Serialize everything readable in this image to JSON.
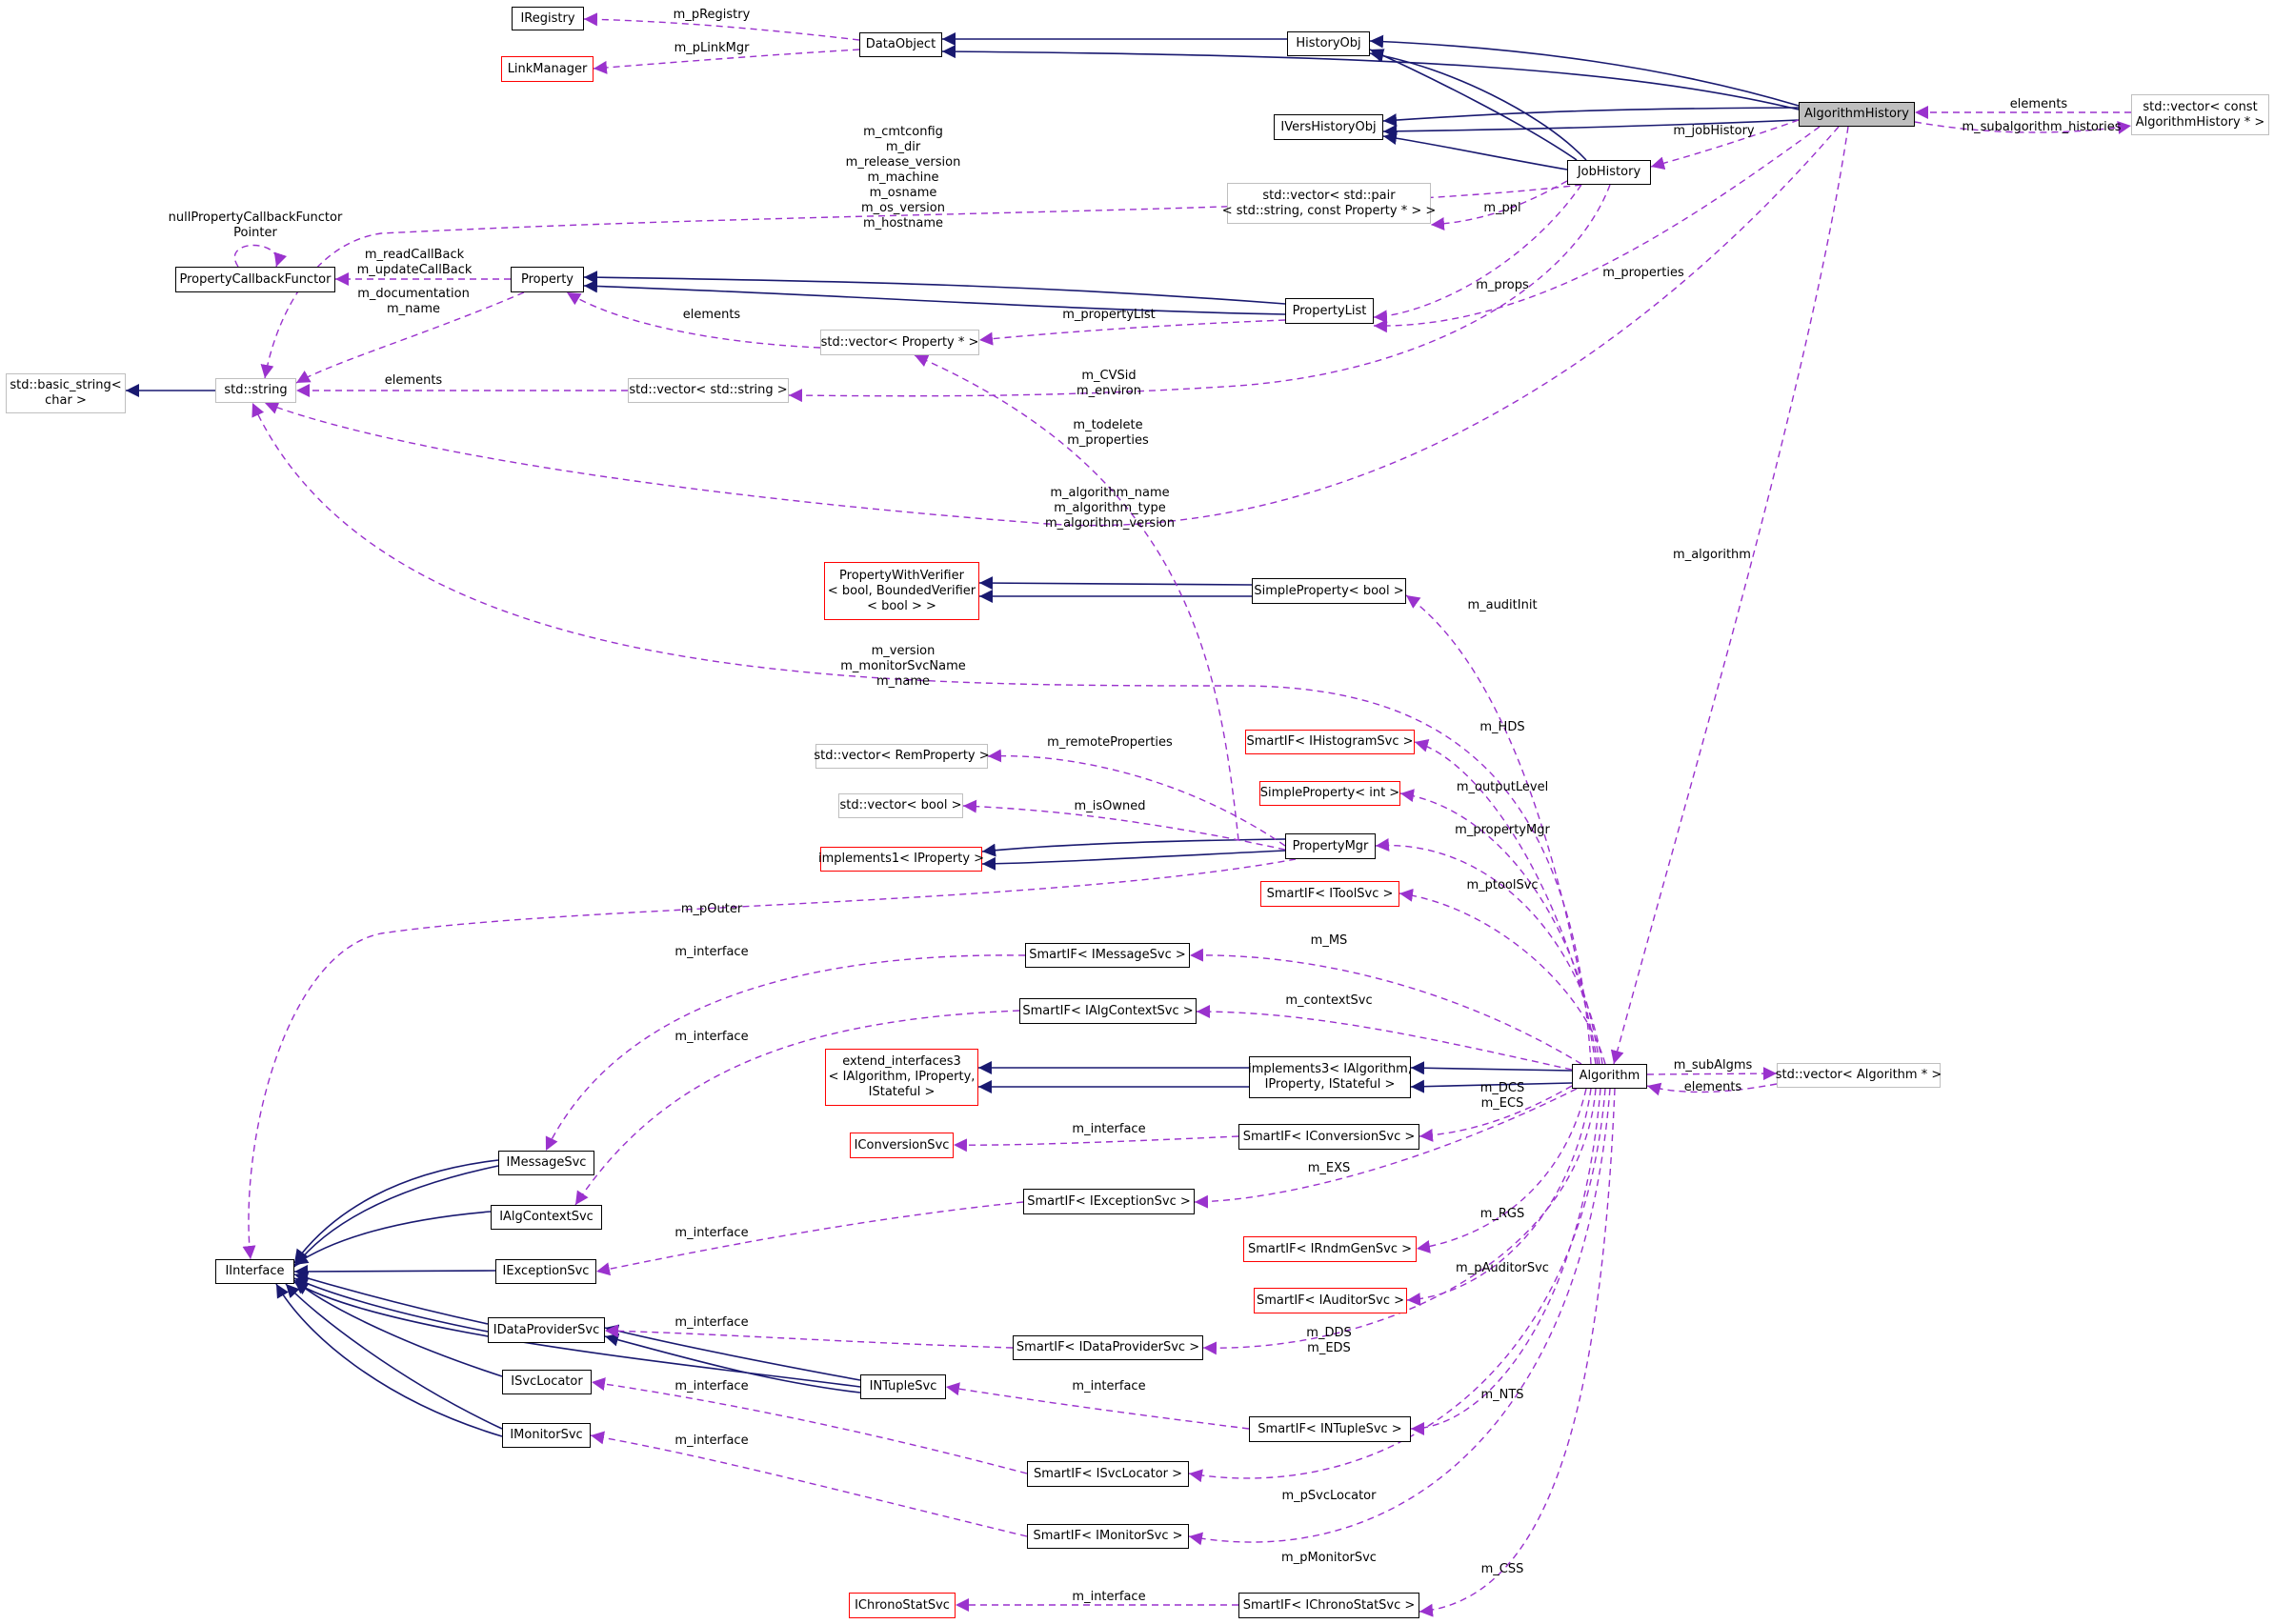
{
  "colors": {
    "inherit": "#191970",
    "usage": "#9a32cd",
    "focus_fill": "#bfbfbf",
    "missing_border": "#ff0000",
    "external_border": "#bfbfbf"
  },
  "nodes": {
    "IRegistry": "IRegistry",
    "LinkManager": "LinkManager",
    "DataObject": "DataObject",
    "HistoryObj": "HistoryObj",
    "AlgorithmHistory": "AlgorithmHistory",
    "VecConstAlgHist": "std::vector< const\nAlgorithmHistory * >",
    "IVersHistoryObj": "IVersHistoryObj",
    "JobHistory": "JobHistory",
    "VecPairStrProp": "std::vector< std::pair\n< std::string, const Property * > >",
    "NullPropCB": "nullPropertyCallbackFunctor\nPointer",
    "PropertyCallbackFunctor": "PropertyCallbackFunctor",
    "Property": "Property",
    "PropertyList": "PropertyList",
    "BasicString": "std::basic_string<\nchar >",
    "StdString": "std::string",
    "VecStdString": "std::vector< std::string >",
    "VecProperty": "std::vector< Property * >",
    "PropWithVerifier": "PropertyWithVerifier\n< bool, BoundedVerifier\n< bool > >",
    "SimplePropBool": "SimpleProperty< bool >",
    "SmartIFHist": "SmartIF< IHistogramSvc >",
    "SimplePropInt": "SimpleProperty< int >",
    "VecRemProp": "std::vector< RemProperty >",
    "VecBool": "std::vector< bool >",
    "PropertyMgr": "PropertyMgr",
    "Impl1IProp": "implements1< IProperty >",
    "SmartIFTool": "SmartIF< IToolSvc >",
    "SmartIFMsg": "SmartIF< IMessageSvc >",
    "SmartIFAlgCtx": "SmartIF< IAlgContextSvc >",
    "ExtendIfaces3": "extend_interfaces3\n< IAlgorithm, IProperty,\nIStateful >",
    "Impl3": "implements3< IAlgorithm,\nIProperty, IStateful >",
    "Algorithm": "Algorithm",
    "VecAlgorithm": "std::vector< Algorithm * >",
    "IConversionSvc": "IConversionSvc",
    "SmartIFConv": "SmartIF< IConversionSvc >",
    "IMessageSvc": "IMessageSvc",
    "SmartIFExc": "SmartIF< IExceptionSvc >",
    "IAlgContextSvc": "IAlgContextSvc",
    "SmartIFRndm": "SmartIF< IRndmGenSvc >",
    "IInterface": "IInterface",
    "IExceptionSvc": "IExceptionSvc",
    "SmartIFAud": "SmartIF< IAuditorSvc >",
    "IDataProviderSvc": "IDataProviderSvc",
    "SmartIFDP": "SmartIF< IDataProviderSvc >",
    "ISvcLocator": "ISvcLocator",
    "INTupleSvc": "INTupleSvc",
    "SmartIFNT": "SmartIF< INTupleSvc >",
    "IMonitorSvc": "IMonitorSvc",
    "SmartIFSvcLoc": "SmartIF< ISvcLocator >",
    "SmartIFMon": "SmartIF< IMonitorSvc >",
    "IChronoStatSvc": "IChronoStatSvc",
    "SmartIFChrono": "SmartIF< IChronoStatSvc >"
  },
  "edge_labels": {
    "m_pRegistry": "m_pRegistry",
    "m_pLinkMgr": "m_pLinkMgr",
    "elements_hist": "elements",
    "m_subalgorithm_histories": "m_subalgorithm_histories",
    "m_jobHistory": "m_jobHistory",
    "m_ppl": "m_ppl",
    "hostinfo": "m_cmtconfig\nm_dir\nm_release_version\nm_machine\nm_osname\nm_os_version\nm_hostname",
    "callbacks": "m_readCallBack\nm_updateCallBack",
    "m_props": "m_props",
    "m_properties_alg": "m_properties",
    "doc_name": "m_documentation\nm_name",
    "elements_prop": "elements",
    "m_propertyList": "m_propertyList",
    "elements_str": "elements",
    "cvs_env": "m_CVSid\nm_environ",
    "todelete": "m_todelete\nm_properties",
    "alg_name": "m_algorithm_name\nm_algorithm_type\nm_algorithm_version",
    "m_algorithm": "m_algorithm",
    "m_auditInit": "m_auditInit",
    "version_name": "m_version\nm_monitorSvcName\nm_name",
    "m_HDS": "m_HDS",
    "m_remoteProperties": "m_remoteProperties",
    "m_outputLevel": "m_outputLevel",
    "m_isOwned": "m_isOwned",
    "m_propertyMgr": "m_propertyMgr",
    "m_ptoolSvc": "m_ptoolSvc",
    "m_pOuter": "m_pOuter",
    "m_interface_msg": "m_interface",
    "m_MS": "m_MS",
    "m_interface_ctx": "m_interface",
    "m_contextSvc": "m_contextSvc",
    "m_subAlgms": "m_subAlgms",
    "elements_alg": "elements",
    "dcs_ecs": "m_DCS\nm_ECS",
    "m_interface_conv": "m_interface",
    "m_EXS": "m_EXS",
    "m_interface_exc": "m_interface",
    "m_RGS": "m_RGS",
    "m_pAuditorSvc": "m_pAuditorSvc",
    "m_interface_dp": "m_interface",
    "dds_eds": "m_DDS\nm_EDS",
    "m_interface_svcloc": "m_interface",
    "m_interface_nt": "m_interface",
    "m_NTS": "m_NTS",
    "m_interface_mon": "m_interface",
    "m_pSvcLocator": "m_pSvcLocator",
    "m_pMonitorSvc": "m_pMonitorSvc",
    "m_CSS": "m_CSS",
    "m_interface_chrono": "m_interface"
  }
}
